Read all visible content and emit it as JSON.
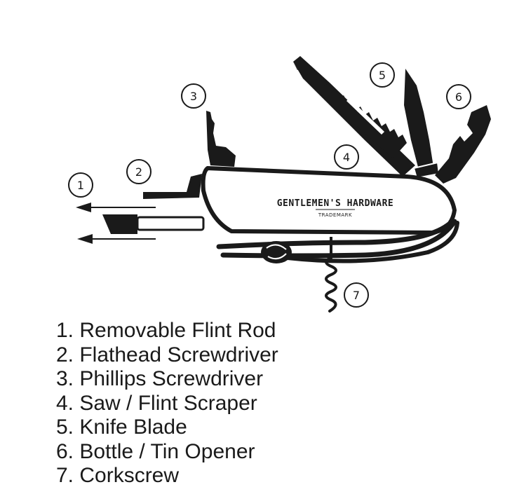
{
  "brand": {
    "name": "GENTLEMEN'S HARDWARE",
    "sub": "TRADEMARK"
  },
  "callouts": [
    "1",
    "2",
    "3",
    "4",
    "5",
    "6",
    "7"
  ],
  "legend": [
    "1. Removable Flint Rod",
    "2. Flathead Screwdriver",
    "3. Phillips Screwdriver",
    "4. Saw / Flint Scraper",
    "5. Knife Blade",
    "6. Bottle / Tin Opener",
    "7. Corkscrew"
  ],
  "colors": {
    "ink": "#1a1a1a",
    "background": "#ffffff"
  }
}
